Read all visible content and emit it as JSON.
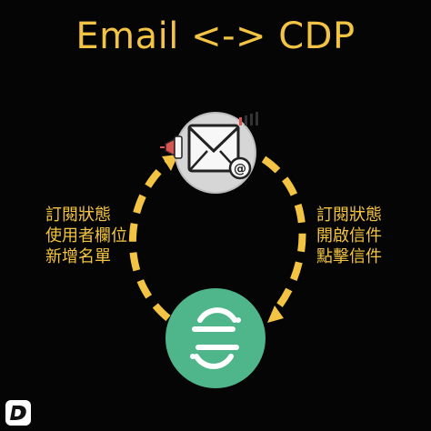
{
  "header": {
    "title": "Email  <->  CDP"
  },
  "left_labels": [
    "訂閱狀態",
    "使用者欄位",
    "新增名單"
  ],
  "right_labels": [
    "訂閱狀態",
    "開啟信件",
    "點擊信件"
  ],
  "nodes": {
    "email": {
      "icon": "email-envelope-icon",
      "circle_color": "#d6d6d6"
    },
    "cdp": {
      "icon": "segment-logo-icon",
      "circle_color": "#4fb58a"
    }
  },
  "colors": {
    "accent": "#f3c443",
    "background": "#050505"
  }
}
